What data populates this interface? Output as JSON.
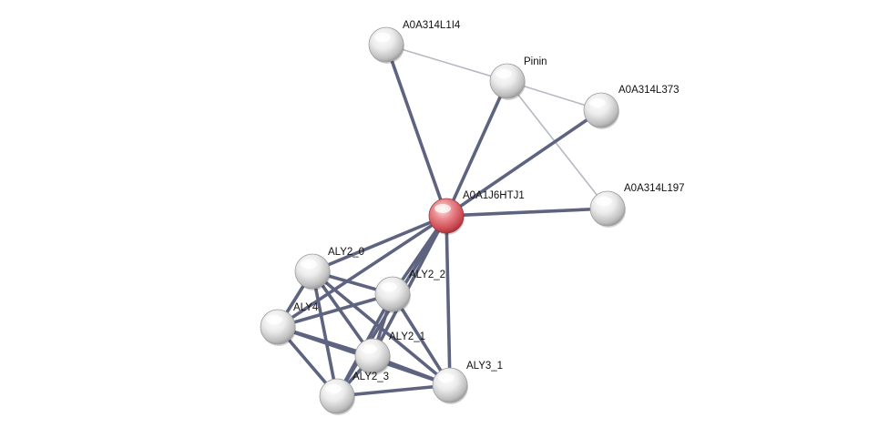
{
  "network": {
    "center_color": "#e0646b",
    "node_color": "#e6e6e6",
    "strong_edge_color": "#5e6480",
    "weak_edge_color": "#b8b8c4",
    "nodes": [
      {
        "id": "A0A1J6HTJ1",
        "label": "A0A1J6HTJ1",
        "query": true
      },
      {
        "id": "A0A314L1I4",
        "label": "A0A314L1I4",
        "query": false
      },
      {
        "id": "Pinin",
        "label": "Pinin",
        "query": false
      },
      {
        "id": "A0A314L373",
        "label": "A0A314L373",
        "query": false
      },
      {
        "id": "A0A314L197",
        "label": "A0A314L197",
        "query": false
      },
      {
        "id": "ALY2_0",
        "label": "ALY2_0",
        "query": false
      },
      {
        "id": "ALY2_2",
        "label": "ALY2_2",
        "query": false
      },
      {
        "id": "ALY4",
        "label": "ALY4",
        "query": false
      },
      {
        "id": "ALY2_1",
        "label": "ALY2_1",
        "query": false
      },
      {
        "id": "ALY2_3",
        "label": "ALY2_3",
        "query": false
      },
      {
        "id": "ALY3_1",
        "label": "ALY3_1",
        "query": false
      }
    ],
    "edges": [
      {
        "source": "A0A314L1I4",
        "target": "Pinin",
        "strength": "weak"
      },
      {
        "source": "Pinin",
        "target": "A0A314L373",
        "strength": "weak"
      },
      {
        "source": "Pinin",
        "target": "A0A314L197",
        "strength": "weak"
      },
      {
        "source": "A0A1J6HTJ1",
        "target": "A0A314L1I4",
        "strength": "strong"
      },
      {
        "source": "A0A1J6HTJ1",
        "target": "Pinin",
        "strength": "strong"
      },
      {
        "source": "A0A1J6HTJ1",
        "target": "A0A314L373",
        "strength": "strong"
      },
      {
        "source": "A0A1J6HTJ1",
        "target": "A0A314L197",
        "strength": "strong"
      },
      {
        "source": "A0A1J6HTJ1",
        "target": "ALY2_0",
        "strength": "strong"
      },
      {
        "source": "A0A1J6HTJ1",
        "target": "ALY2_2",
        "strength": "strong"
      },
      {
        "source": "A0A1J6HTJ1",
        "target": "ALY4",
        "strength": "strong"
      },
      {
        "source": "A0A1J6HTJ1",
        "target": "ALY2_1",
        "strength": "strong"
      },
      {
        "source": "A0A1J6HTJ1",
        "target": "ALY2_3",
        "strength": "strong"
      },
      {
        "source": "A0A1J6HTJ1",
        "target": "ALY3_1",
        "strength": "strong"
      },
      {
        "source": "ALY2_0",
        "target": "ALY2_2",
        "strength": "strong"
      },
      {
        "source": "ALY2_0",
        "target": "ALY4",
        "strength": "strong"
      },
      {
        "source": "ALY2_0",
        "target": "ALY2_1",
        "strength": "strong"
      },
      {
        "source": "ALY2_0",
        "target": "ALY2_3",
        "strength": "strong"
      },
      {
        "source": "ALY2_0",
        "target": "ALY3_1",
        "strength": "strong"
      },
      {
        "source": "ALY2_2",
        "target": "ALY4",
        "strength": "strong"
      },
      {
        "source": "ALY2_2",
        "target": "ALY2_1",
        "strength": "strong"
      },
      {
        "source": "ALY2_2",
        "target": "ALY2_3",
        "strength": "strong"
      },
      {
        "source": "ALY2_2",
        "target": "ALY3_1",
        "strength": "strong"
      },
      {
        "source": "ALY4",
        "target": "ALY2_1",
        "strength": "strong"
      },
      {
        "source": "ALY4",
        "target": "ALY2_3",
        "strength": "strong"
      },
      {
        "source": "ALY4",
        "target": "ALY3_1",
        "strength": "strong"
      },
      {
        "source": "ALY2_1",
        "target": "ALY2_3",
        "strength": "strong"
      },
      {
        "source": "ALY2_1",
        "target": "ALY3_1",
        "strength": "strong"
      },
      {
        "source": "ALY2_3",
        "target": "ALY3_1",
        "strength": "strong"
      }
    ]
  }
}
